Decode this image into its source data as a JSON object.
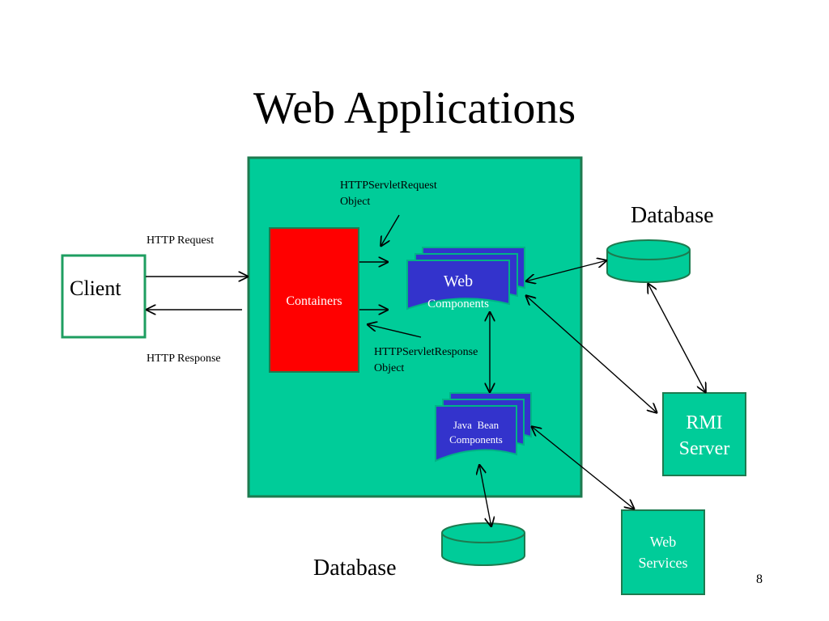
{
  "slide": {
    "title": "Web Applications",
    "page_number": "8"
  },
  "diagram": {
    "client": "Client",
    "http_request": "HTTP Request",
    "http_response": "HTTP Response",
    "containers": "Containers",
    "request_object": [
      "HTTPServletRequest",
      "Object"
    ],
    "response_object": [
      "HTTPServletResponse",
      "Object"
    ],
    "web_components": [
      "Web",
      "Components"
    ],
    "java_bean_components": [
      "Java  Bean",
      "Components"
    ],
    "database_top": "Database",
    "database_bottom": "Database",
    "rmi_server": [
      "RMI",
      "Server"
    ],
    "web_services": [
      "Web",
      "Services"
    ]
  },
  "colors": {
    "app_server_fill": "#00CC99",
    "app_server_border": "#1E7A4F",
    "containers_fill": "#FF0000",
    "components_fill": "#3333CC",
    "components_border": "#00B386",
    "db_fill": "#00CC99",
    "db_border": "#1E7A4F",
    "server_fill": "#00CC99",
    "client_border": "#1E9E60"
  }
}
